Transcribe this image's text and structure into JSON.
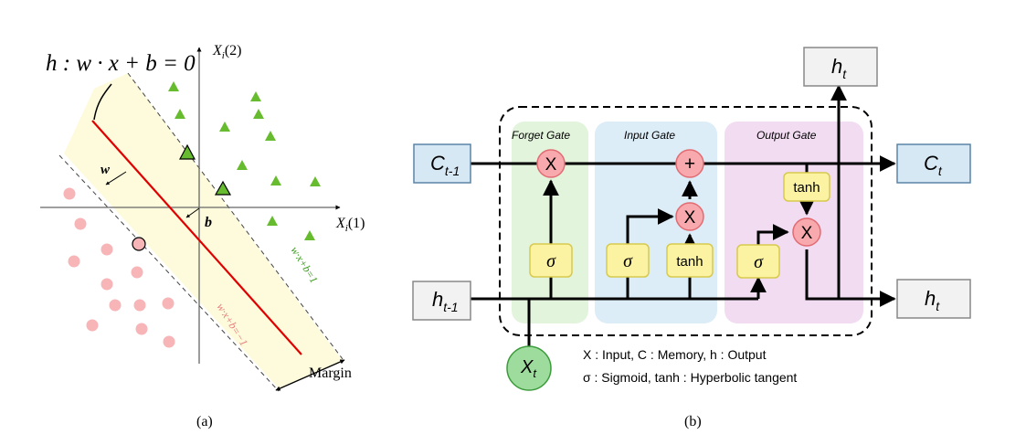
{
  "panel_a": {
    "equation": "h : w · x + b = 0",
    "axis_y": "X",
    "axis_y_sub": "i",
    "axis_y_arg": "(2)",
    "axis_x": "X",
    "axis_x_sub": "i",
    "axis_x_arg": "(1)",
    "w_label": "w",
    "b_label": "b",
    "upper_margin": "w·x+b=1",
    "lower_margin": "w·x+b=−1",
    "margin_label": "Margin",
    "caption": "(a)"
  },
  "panel_b": {
    "forget_gate": "Forget Gate",
    "input_gate": "Input Gate",
    "output_gate": "Output Gate",
    "c_prev": "C",
    "c_prev_sub": "t-1",
    "c_next": "C",
    "c_next_sub": "t",
    "h_prev": "h",
    "h_prev_sub": "t-1",
    "h_out_top": "h",
    "h_out_top_sub": "t",
    "h_out_right": "h",
    "h_out_right_sub": "t",
    "x_in": "X",
    "x_in_sub": "t",
    "mult_symbol": "X",
    "add_symbol": "+",
    "sigma": "σ",
    "tanh": "tanh",
    "legend_line1": "X : Input, C : Memory, h : Output",
    "legend_line2": "σ : Sigmoid, tanh : Hyperbolic tangent",
    "caption": "(b)"
  },
  "colors": {
    "separator_line": "#e00000",
    "margin_fill": "#fdfbdc",
    "positive_marker": "#66bb2e",
    "negative_marker": "#f7b5b8",
    "upper_margin_text": "#3b9b1e",
    "lower_margin_text": "#e97c7c",
    "forget_gate_bg": "#e3f4dc",
    "input_gate_bg": "#dcedf8",
    "output_gate_bg": "#f2dcf2",
    "gate_box": "#fbf3a1",
    "op_circle": "#f7a9ad",
    "cell_box": "#d7e8f5",
    "x_circle": "#9ddc9c"
  }
}
